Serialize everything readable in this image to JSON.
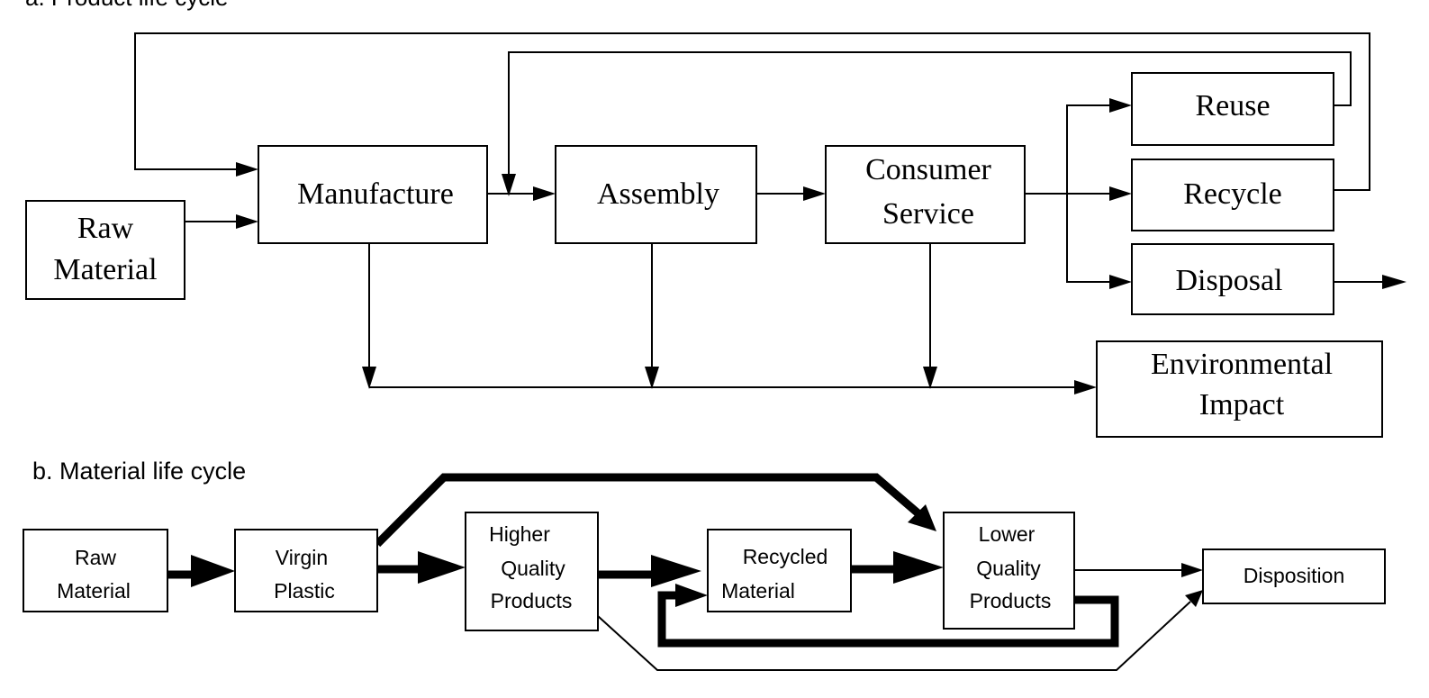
{
  "section_a": {
    "title": "a. Product life cycle",
    "nodes": {
      "raw_material": [
        "Raw",
        "Material"
      ],
      "manufacture": "Manufacture",
      "assembly": "Assembly",
      "consumer_service": [
        "Consumer",
        "Service"
      ],
      "reuse": "Reuse",
      "recycle": "Recycle",
      "disposal": "Disposal",
      "environmental_impact": [
        "Environmental",
        "Impact"
      ]
    }
  },
  "section_b": {
    "title": "b. Material life cycle",
    "nodes": {
      "raw_material": [
        "Raw",
        "Material"
      ],
      "virgin_plastic": [
        "Virgin",
        "Plastic"
      ],
      "higher_quality_products": [
        "Higher",
        "Quality",
        "Products"
      ],
      "recycled_material": [
        "Recycled",
        "Material"
      ],
      "lower_quality_products": [
        "Lower",
        "Quality",
        "Products"
      ],
      "disposition": "Disposition"
    }
  }
}
